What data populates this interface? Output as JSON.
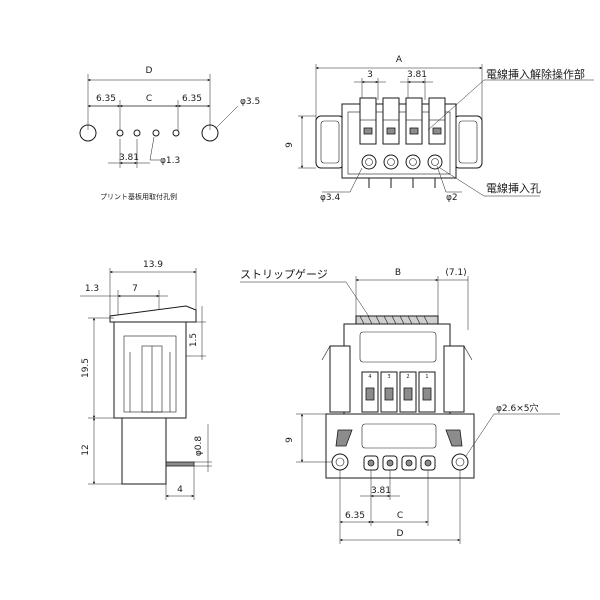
{
  "drawing": {
    "pcb_layout": {
      "dim_D": "D",
      "dim_left_pitch": "6.35",
      "dim_C": "C",
      "dim_right_pitch": "6.35",
      "dim_big_hole": "φ3.5",
      "dim_pin_pitch": "3.81",
      "dim_small_hole": "φ1.3",
      "caption": "プリント基板用取付孔例"
    },
    "top_view": {
      "dim_A": "A",
      "dim_3": "3",
      "dim_3_81": "3.81",
      "dim_9": "9",
      "dim_phi_3_4": "φ3.4",
      "dim_phi_2": "φ2",
      "callout_release": "電線挿入解除操作部",
      "callout_insert": "電線挿入孔"
    },
    "side_view": {
      "dim_13_9": "13.9",
      "dim_1_3": "1.3",
      "dim_7": "7",
      "dim_1_5": "1.5",
      "dim_19_5": "19.5",
      "dim_12": "12",
      "dim_phi_0_8": "φ0.8",
      "dim_4": "4"
    },
    "front_view": {
      "callout_strip_gauge": "ストリップゲージ",
      "dim_B": "B",
      "dim_7_1": "(7.1)",
      "dim_9": "9",
      "dim_holes": "φ2.6×5穴",
      "dim_3_81": "3.81",
      "dim_6_35": "6.35",
      "dim_C": "C",
      "dim_D": "D",
      "terminal_numbers": [
        "4",
        "3",
        "2",
        "1"
      ]
    }
  }
}
